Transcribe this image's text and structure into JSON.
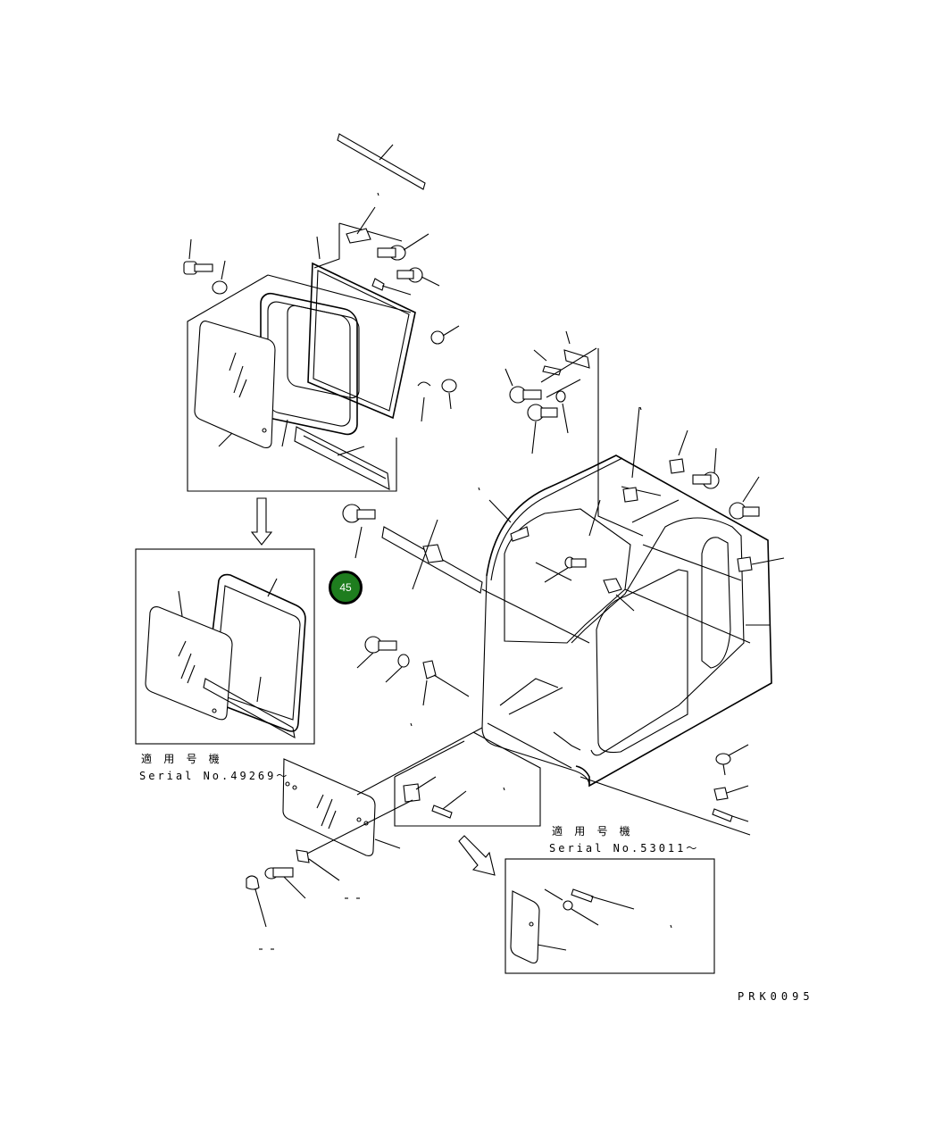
{
  "drawing_code": "PRK0095",
  "hotspot": {
    "label": "45",
    "color": "#1e7d1e"
  },
  "serial_notes": [
    {
      "heading": "適 用 号 機",
      "serial": "Serial No.49269～"
    },
    {
      "heading": "適 用 号 機",
      "serial": "Serial No.53011～"
    }
  ]
}
